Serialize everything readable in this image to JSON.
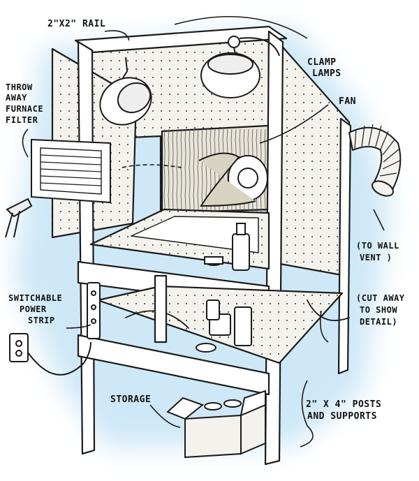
{
  "labels": {
    "rail": "2\"x2\" RAIL",
    "clamp_lamps_1": "CLAMP",
    "clamp_lamps_2": "LAMPS",
    "fan": "FAN",
    "filter_1": "THROW",
    "filter_2": "AWAY",
    "filter_3": "FURNACE",
    "filter_4": "FILTER",
    "wall_vent_1": "(TO WALL",
    "wall_vent_2": "VENT )",
    "cutaway_1": "(CUT AWAY",
    "cutaway_2": "TO SHOW",
    "cutaway_3": "DETAIL)",
    "power_1": "SWITCHABLE",
    "power_2": "POWER",
    "power_3": "STRIP",
    "storage": "STORAGE",
    "posts_1": "2\" x 4\" POSTS",
    "posts_2": "AND SUPPORTS"
  },
  "colors": {
    "ink": "#1a1a1a",
    "glow": "#cfe8f7",
    "panel": "#f4f2ec",
    "vent": "#e9e4d8"
  },
  "icons": [
    "clamp-lamp-icon",
    "fan-icon",
    "furnace-filter-icon",
    "flexible-duct-icon",
    "spray-can-icon",
    "power-outlet-icon",
    "cardboard-box-icon",
    "clamp-tool-icon"
  ]
}
